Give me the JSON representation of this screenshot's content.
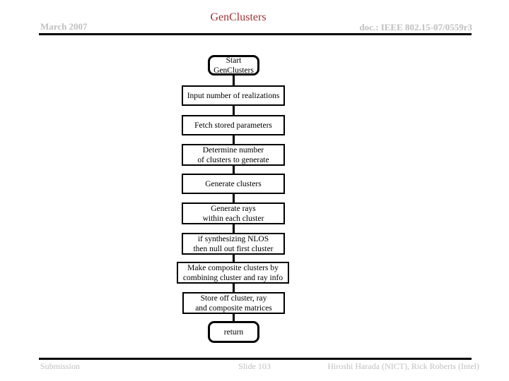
{
  "theme": {
    "title_color": "#993333",
    "muted_color": "#bfbfbf",
    "line_color": "#000000",
    "box_fill": "#ffffff"
  },
  "header": {
    "date": "March 2007",
    "title": "GenClusters",
    "doc": "doc.: IEEE 802.15-07/0559r3"
  },
  "flow": {
    "nodes": [
      {
        "id": "start",
        "type": "terminal",
        "label": "Start\nGenClusters"
      },
      {
        "id": "input-realizations",
        "type": "process",
        "label": "Input number of realizations"
      },
      {
        "id": "fetch-parameters",
        "type": "process",
        "label": "Fetch stored parameters"
      },
      {
        "id": "determine-clusters",
        "type": "process",
        "label": "Determine number\nof clusters to generate"
      },
      {
        "id": "generate-clusters",
        "type": "process",
        "label": "Generate clusters"
      },
      {
        "id": "generate-rays",
        "type": "process",
        "label": "Generate rays\nwithin each cluster"
      },
      {
        "id": "nlos-null-first",
        "type": "process",
        "label": "if synthesizing NLOS\nthen null out first cluster"
      },
      {
        "id": "make-composite",
        "type": "process",
        "label": "Make composite clusters by\ncombining cluster and ray info"
      },
      {
        "id": "store-matrices",
        "type": "process",
        "label": "Store off cluster, ray\nand composite matrices"
      },
      {
        "id": "return",
        "type": "terminal",
        "label": "return"
      }
    ]
  },
  "footer": {
    "left": "Submission",
    "center": "Slide 103",
    "right": "Hiroshi Harada (NICT), Rick Roberts (Intel)"
  }
}
